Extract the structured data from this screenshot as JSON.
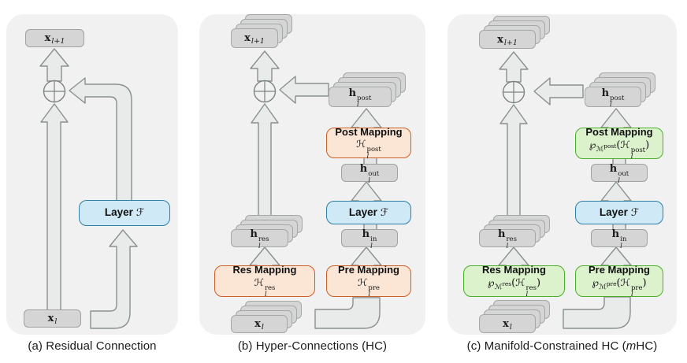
{
  "captions": {
    "a": "(a) Residual Connection",
    "b": "(b) Hyper-Connections (HC)",
    "c_prefix": "(c) Manifold-Constrained HC (",
    "c_italic": "m",
    "c_suffix": "HC)"
  },
  "panel_a": {
    "x_out": {
      "base": "x",
      "sub": "l+1"
    },
    "layer": {
      "word": "Layer",
      "f": "ℱ"
    },
    "x_in": {
      "base": "x",
      "sub": "l"
    }
  },
  "panel_b": {
    "x_out": {
      "base": "x",
      "sub": "l+1"
    },
    "h_post": {
      "base": "h",
      "sup": "post",
      "sub": "l"
    },
    "post_map": {
      "title": "Post Mapping",
      "h": "ℋ",
      "sup": "post",
      "sub": "l"
    },
    "h_out": {
      "base": "h",
      "sup": "out",
      "sub": "l"
    },
    "layer": {
      "word": "Layer",
      "f": "ℱ"
    },
    "h_in": {
      "base": "h",
      "sup": "in",
      "sub": "l"
    },
    "pre_map": {
      "title": "Pre Mapping",
      "h": "ℋ",
      "sup": "pre",
      "sub": "l"
    },
    "res_map": {
      "title": "Res Mapping",
      "h": "ℋ",
      "sup": "res",
      "sub": "l"
    },
    "h_res": {
      "base": "h",
      "sup": "res",
      "sub": "l"
    },
    "x_in": {
      "base": "x",
      "sub": "l"
    }
  },
  "panel_c": {
    "x_out": {
      "base": "x",
      "sub": "l+1"
    },
    "h_post": {
      "base": "h",
      "sup": "post",
      "sub": "l"
    },
    "post_map": {
      "title": "Post Mapping",
      "p": "℘",
      "m": "ℳ",
      "m_sup": "post",
      "open": "(",
      "h": "ℋ",
      "sup": "post",
      "sub": "l",
      "close": ")"
    },
    "h_out": {
      "base": "h",
      "sup": "out",
      "sub": "l"
    },
    "layer": {
      "word": "Layer",
      "f": "ℱ"
    },
    "h_in": {
      "base": "h",
      "sup": "in",
      "sub": "l"
    },
    "pre_map": {
      "title": "Pre Mapping",
      "p": "℘",
      "m": "ℳ",
      "m_sup": "pre",
      "open": "(",
      "h": "ℋ",
      "sup": "pre",
      "sub": "l",
      "close": ")"
    },
    "res_map": {
      "title": "Res Mapping",
      "p": "℘",
      "m": "ℳ",
      "m_sup": "res",
      "open": "(",
      "h": "ℋ",
      "sup": "res",
      "sub": "l",
      "close": ")"
    },
    "h_res": {
      "base": "h",
      "sup": "res",
      "sub": "l"
    },
    "x_in": {
      "base": "x",
      "sub": "l"
    }
  },
  "colors": {
    "panel_bg": "#f0f1f0",
    "box_fill": "#d4d5d4",
    "box_border": "#9fa2a2",
    "arrow_fill": "#e9ebea",
    "arrow_stroke": "#8a9090",
    "layer_fill": "#cfe9f6",
    "layer_border": "#2e7ea6",
    "hc_mapping_fill": "#fbe6d6",
    "hc_mapping_border": "#cc5f27",
    "mhc_mapping_fill": "#dbf2cd",
    "mhc_mapping_border": "#4caf2a",
    "text": "#1a1a1a"
  }
}
